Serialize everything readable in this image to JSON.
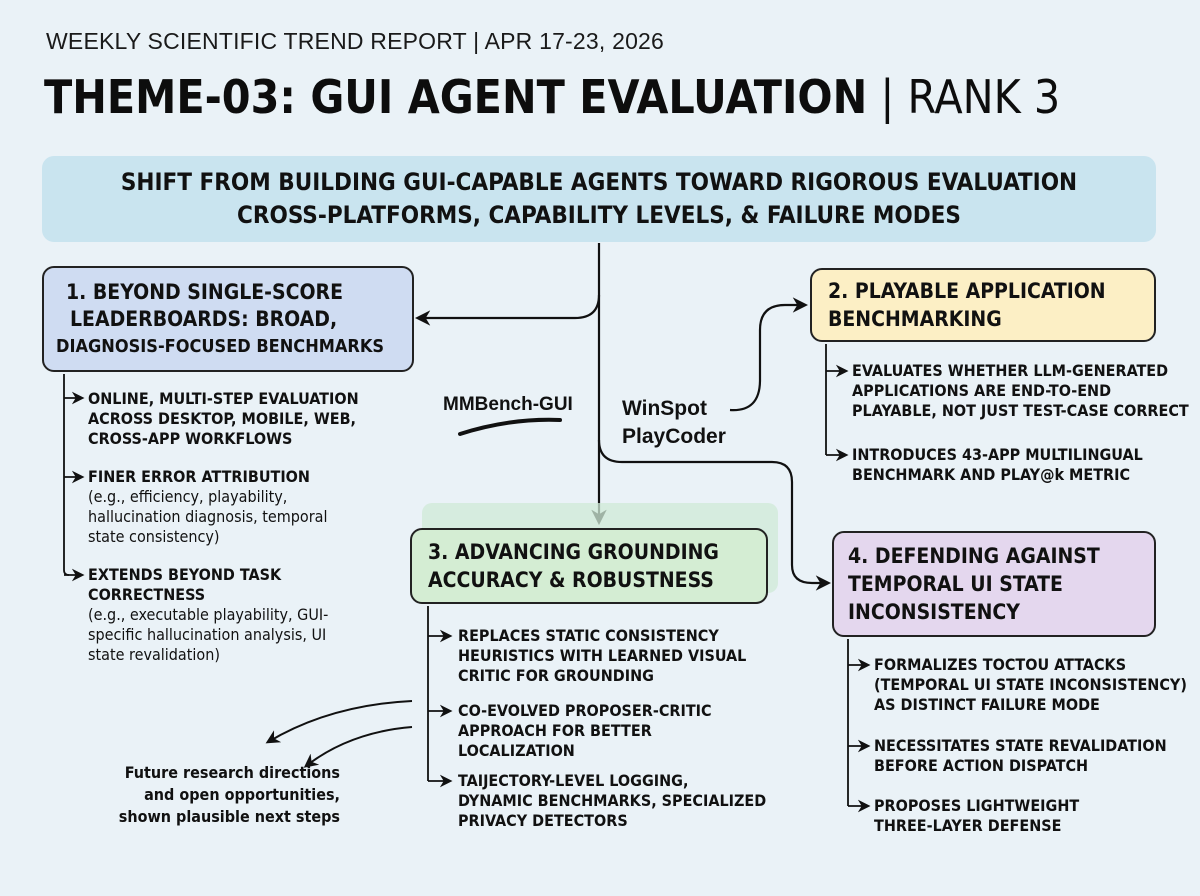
{
  "header": {
    "report_line": "WEEKLY SCIENTIFIC TREND REPORT | APR 17-23, 2026",
    "theme_title": "THEME-03: GUI AGENT EVALUATION",
    "rank_text": "| RANK 3"
  },
  "banner": {
    "line1": "SHIFT FROM BUILDING GUI-CAPABLE AGENTS TOWARD RIGOROUS EVALUATION",
    "line2": "CROSS-PLATFORMS, CAPABILITY LEVELS, & FAILURE MODES"
  },
  "section1": {
    "title_lines": [
      "1. BEYOND SINGLE-SCORE",
      "LEADERBOARDS: BROAD,",
      "DIAGNOSIS-FOCUSED BENCHMARKS"
    ],
    "bullets": [
      {
        "heading": [
          "ONLINE, MULTI-STEP EVALUATION",
          "ACROSS DESKTOP, MOBILE, WEB,",
          "CROSS-APP WORKFLOWS"
        ],
        "detail": []
      },
      {
        "heading": [
          "FINER ERROR ATTRIBUTION"
        ],
        "detail": [
          "(e.g., efficiency, playability,",
          "hallucination diagnosis, temporal",
          "state consistency)"
        ]
      },
      {
        "heading": [
          "EXTENDS BEYOND TASK",
          "CORRECTNESS"
        ],
        "detail": [
          "(e.g., executable playability, GUI-",
          "specific hallucination analysis, UI",
          "state revalidation)"
        ]
      }
    ]
  },
  "section2": {
    "title_lines": [
      "2. PLAYABLE APPLICATION",
      "BENCHMARKING"
    ],
    "bullets": [
      {
        "heading": [
          "EVALUATES WHETHER LLM-GENERATED",
          "APPLICATIONS ARE END-TO-END",
          "PLAYABLE, NOT JUST TEST-CASE CORRECT"
        ],
        "detail": []
      },
      {
        "heading": [
          "INTRODUCES 43-APP MULTILINGUAL",
          "BENCHMARK AND PLAY@k METRIC"
        ],
        "detail": []
      }
    ]
  },
  "section3": {
    "title_lines": [
      "3. ADVANCING GROUNDING",
      "ACCURACY & ROBUSTNESS"
    ],
    "bullets": [
      {
        "heading": [
          "REPLACES STATIC CONSISTENCY",
          "HEURISTICS WITH LEARNED VISUAL",
          "CRITIC FOR GROUNDING"
        ],
        "detail": []
      },
      {
        "heading": [
          "CO-EVOLVED PROPOSER-CRITIC",
          "APPROACH FOR BETTER",
          "LOCALIZATION"
        ],
        "detail": []
      },
      {
        "heading": [
          "TAIJECTORY-LEVEL LOGGING,",
          "DYNAMIC BENCHMARKS, SPECIALIZED",
          "PRIVACY DETECTORS"
        ],
        "detail": []
      }
    ]
  },
  "section4": {
    "title_lines": [
      "4. DEFENDING AGAINST",
      "TEMPORAL UI STATE",
      "INCONSISTENCY"
    ],
    "bullets": [
      {
        "heading": [
          "FORMALIZES TOCTOU ATTACKS",
          "(TEMPORAL UI STATE INCONSISTENCY)",
          "AS DISTINCT FAILURE MODE"
        ],
        "detail": []
      },
      {
        "heading": [
          "NECESSITATES STATE REVALIDATION",
          "BEFORE ACTION DISPATCH"
        ],
        "detail": []
      },
      {
        "heading": [
          "PROPOSES LIGHTWEIGHT",
          "THREE-LAYER DEFENSE"
        ],
        "detail": []
      }
    ]
  },
  "labels": {
    "mmbench": "MMBench-GUI",
    "winspot": "WinSpot",
    "playcoder": "PlayCoder"
  },
  "future": {
    "lines": [
      "Future research directions",
      "and open opportunities,",
      "shown plausible next steps"
    ]
  },
  "colors": {
    "background": "#eaf2f7",
    "banner": "#c9e4ef",
    "section1": "#cfdcf2",
    "section2": "#fcefc5",
    "section3": "#d4edd3",
    "section4": "#e4d7ee"
  },
  "icons": [
    "arrow-right-icon",
    "arrow-down-icon",
    "curved-arrow-icon",
    "pen-stroke-icon"
  ]
}
